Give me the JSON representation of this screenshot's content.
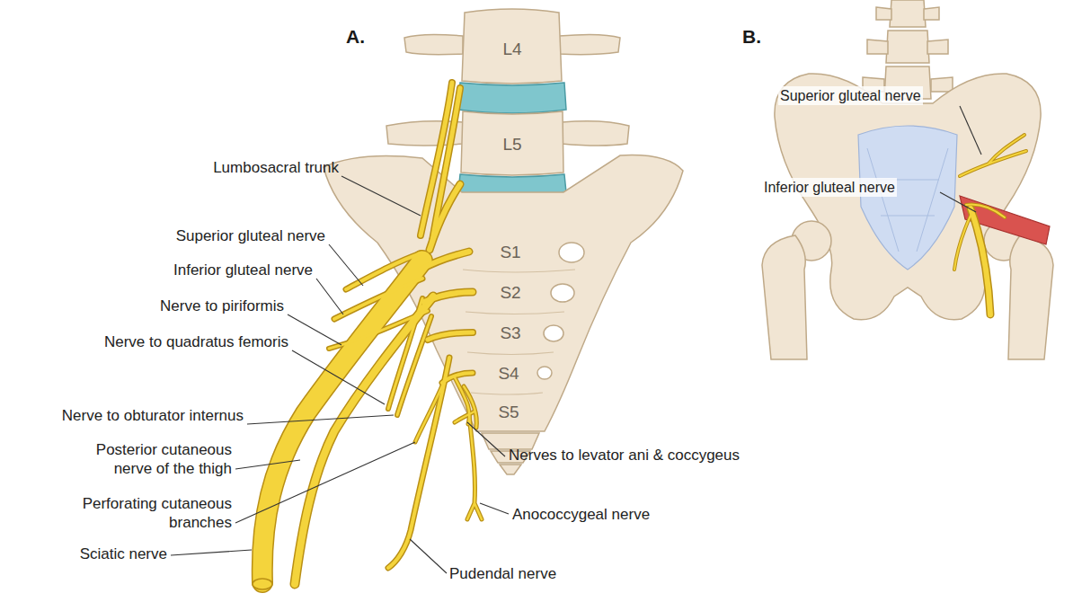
{
  "diagram": {
    "labels": [
      "A.",
      "B.",
      "L4",
      "L5",
      "S1",
      "S2",
      "S3",
      "S4",
      "S5",
      "Lumbosacral trunk",
      "Superior gluteal nerve",
      "Inferior gluteal nerve",
      "Nerve to piriformis",
      "Nerve to quadratus femoris",
      "Nerve to obturator internus",
      "Posterior cutaneous nerve of the thigh",
      "Perforating cutaneous branches",
      "Sciatic nerve",
      "Nerves to levator ani & coccygeus",
      "Anococcygeal nerve",
      "Pudendal nerve",
      "Superior gluteal nerve",
      "Inferior gluteal nerve"
    ]
  }
}
